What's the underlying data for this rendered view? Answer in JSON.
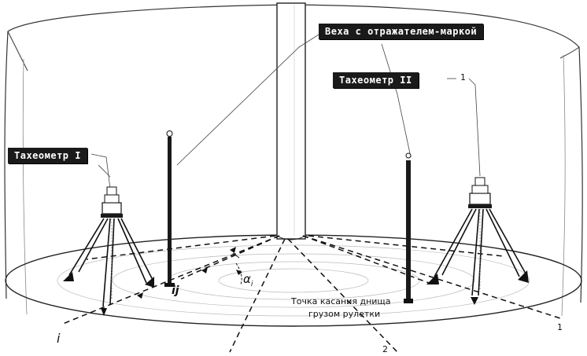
{
  "labels": {
    "pole": "Веха с отражателем-маркой",
    "tacheometer_1": "Тахеометр I",
    "tacheometer_2": "Тахеометр II",
    "touch_point_line1": "Точка касания днища",
    "touch_point_line2": "грузом рулетки",
    "mark_ij": "ij",
    "mark_alpha": "α",
    "mark_alpha_sub": "i",
    "mark_i": "i",
    "mark_1": "1",
    "mark_2": "2",
    "mark_top_1": "1"
  },
  "colors": {
    "ink": "#1a1a1a",
    "label_bg": "#1a1a1a",
    "label_text": "#ffffff",
    "background": "#ffffff"
  }
}
